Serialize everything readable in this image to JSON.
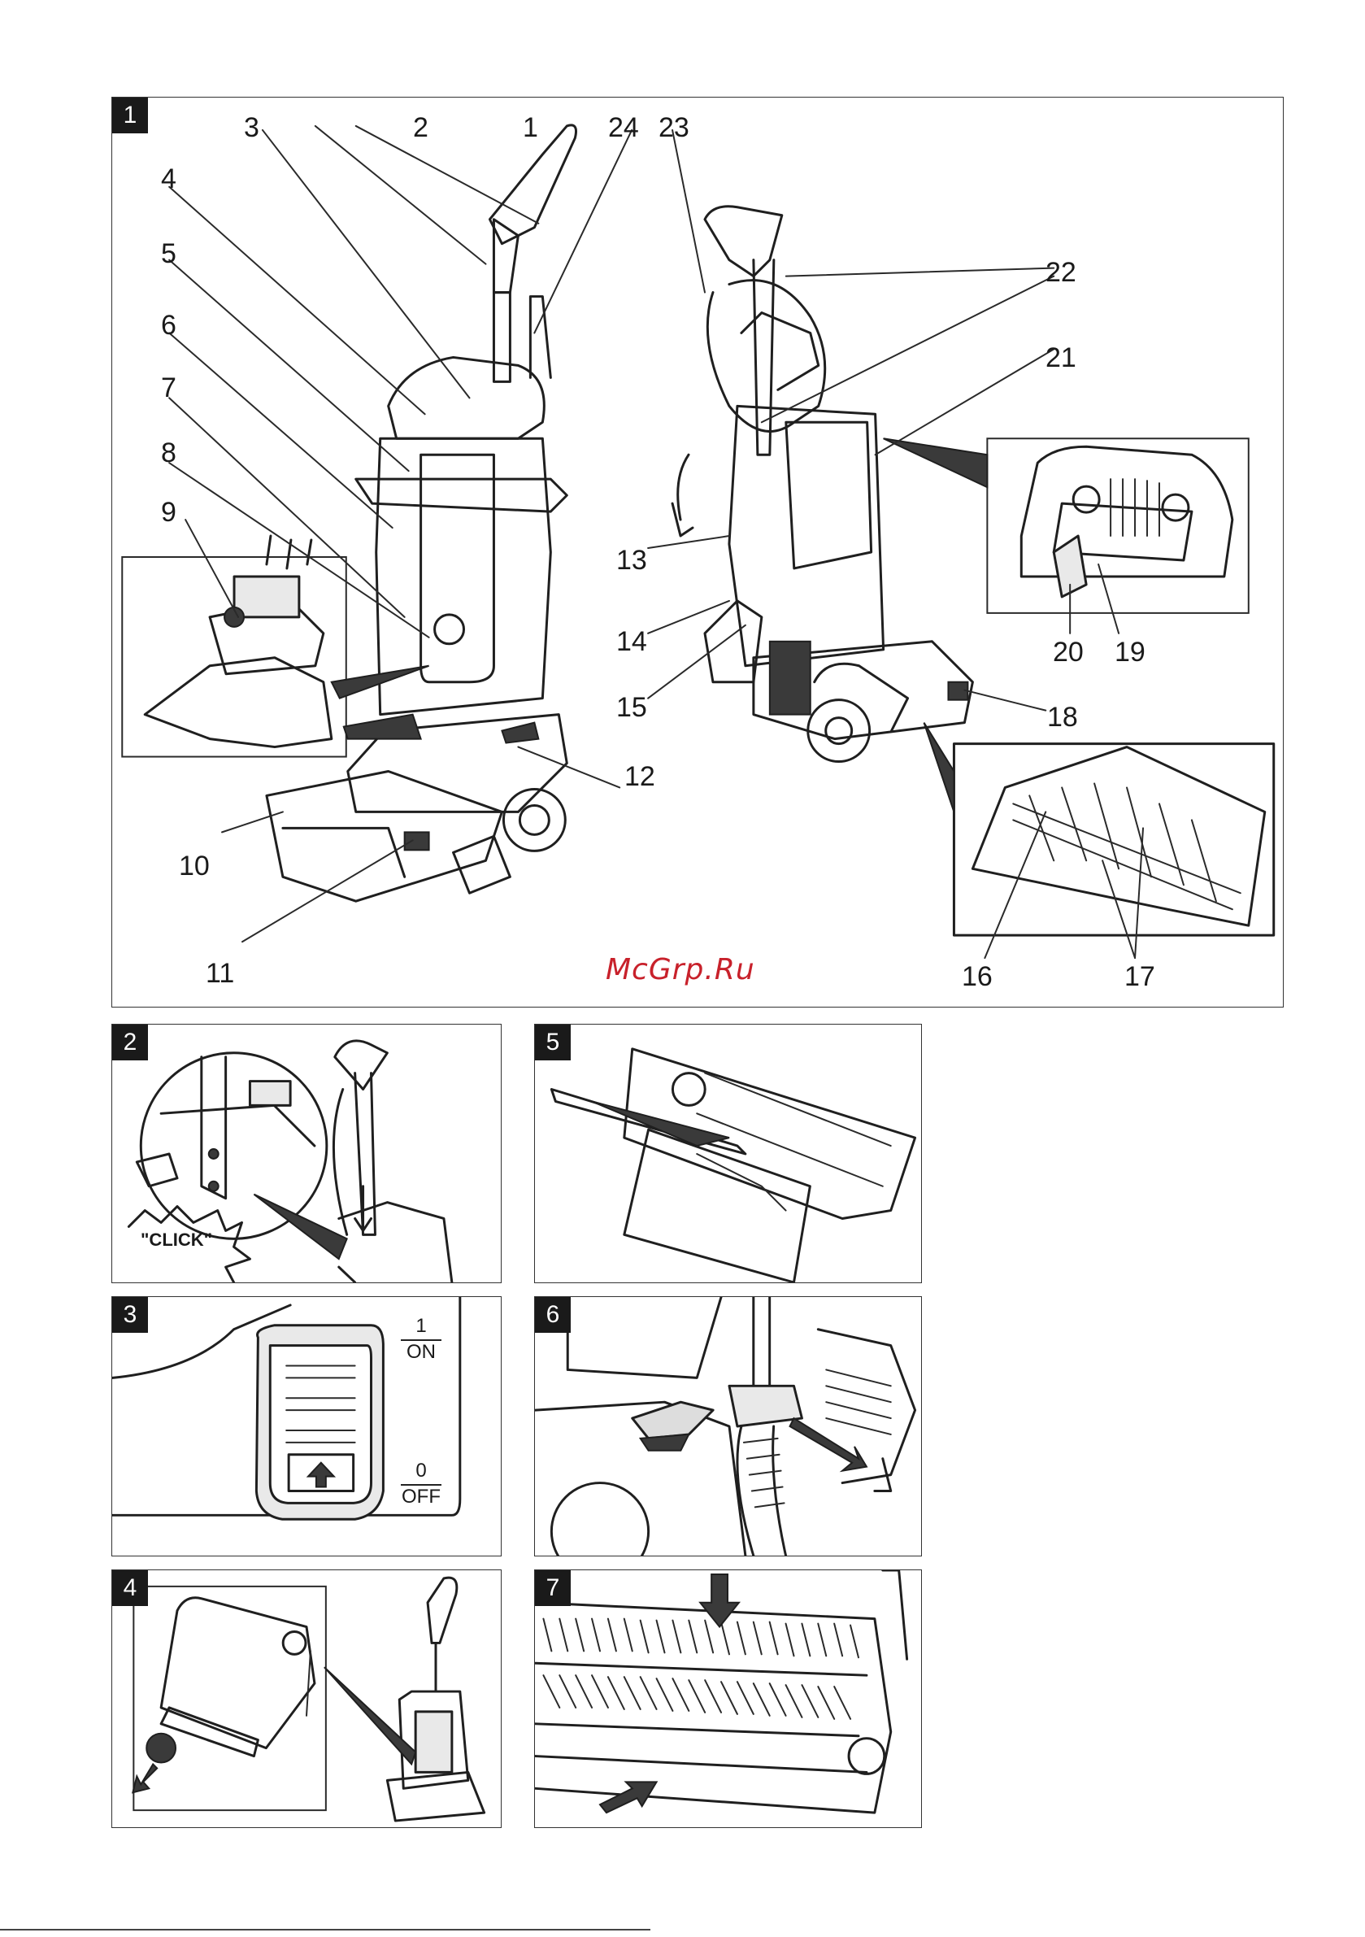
{
  "panels": {
    "p1": {
      "tag": "1"
    },
    "p2": {
      "tag": "2",
      "click_text": "\"CLICK\""
    },
    "p3": {
      "tag": "3",
      "on_number": "1",
      "on_label": "ON",
      "off_number": "0",
      "off_label": "OFF"
    },
    "p4": {
      "tag": "4"
    },
    "p5": {
      "tag": "5"
    },
    "p6": {
      "tag": "6"
    },
    "p7": {
      "tag": "7"
    }
  },
  "callouts": {
    "c1": "1",
    "c2": "2",
    "c3": "3",
    "c4": "4",
    "c5": "5",
    "c6": "6",
    "c7": "7",
    "c8": "8",
    "c9": "9",
    "c10": "10",
    "c11": "11",
    "c12": "12",
    "c13": "13",
    "c14": "14",
    "c15": "15",
    "c16": "16",
    "c17": "17",
    "c18": "18",
    "c19": "19",
    "c20": "20",
    "c21": "21",
    "c22": "22",
    "c23": "23",
    "c24": "24"
  },
  "watermark": "McGrp.Ru"
}
